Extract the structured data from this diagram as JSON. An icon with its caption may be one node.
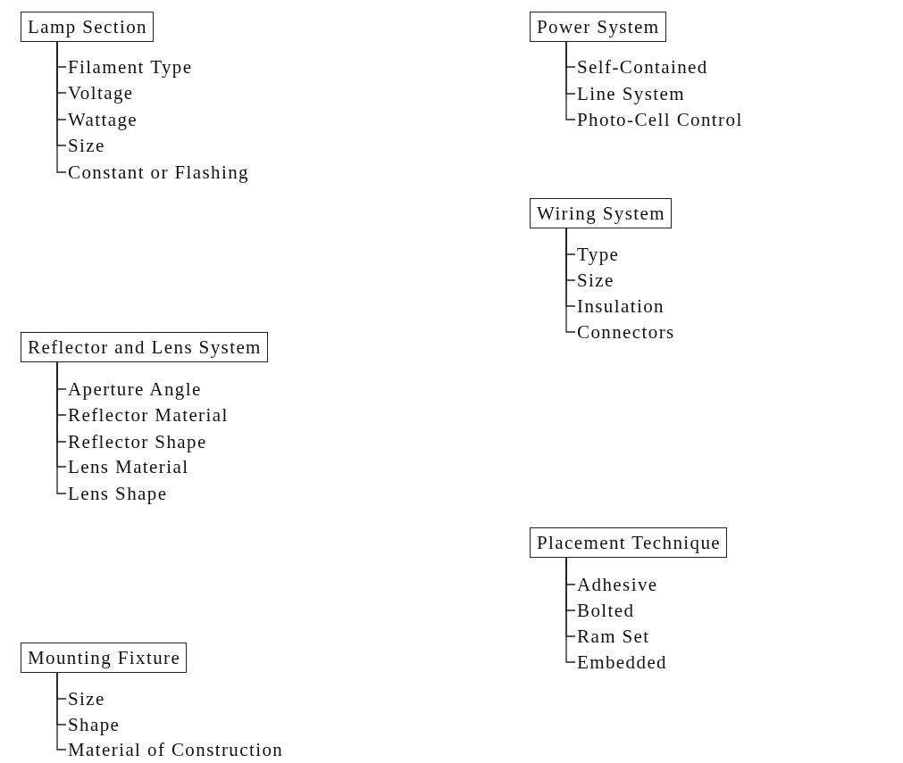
{
  "diagram": {
    "nodes": [
      {
        "text": [
          "Lamp Section"
        ]
      },
      {
        "text": [
          "Filament Type"
        ]
      },
      {
        "text": [
          "Voltage"
        ]
      },
      {
        "text": [
          "Wattage"
        ]
      },
      {
        "text": [
          "Size"
        ]
      },
      {
        "text": [
          "Constant or Flashing"
        ]
      },
      {
        "text": [
          "Power System"
        ]
      },
      {
        "text": [
          "Self-Contained"
        ]
      },
      {
        "text": [
          "Line System"
        ]
      },
      {
        "text": [
          "Photo-Cell Control"
        ]
      },
      {
        "text": [
          "Reflector and Lens System"
        ]
      },
      {
        "text": [
          "Aperture Angle"
        ]
      },
      {
        "text": [
          "Reflector Material"
        ]
      },
      {
        "text": [
          "Reflector Shape"
        ]
      },
      {
        "text": [
          "Lens Material"
        ]
      },
      {
        "text": [
          "Lens Shape"
        ]
      },
      {
        "text": [
          "Wiring System"
        ]
      },
      {
        "text": [
          "Type"
        ]
      },
      {
        "text": [
          "Size"
        ]
      },
      {
        "text": [
          "Insulation"
        ]
      },
      {
        "text": [
          "Connectors"
        ]
      },
      {
        "text": [
          "Mounting Fixture"
        ]
      },
      {
        "text": [
          "Size"
        ]
      },
      {
        "text": [
          "Shape"
        ]
      },
      {
        "text": [
          "Material of Construction"
        ]
      },
      {
        "text": [
          "Placement Technique"
        ]
      },
      {
        "text": [
          "Adhesive"
        ]
      },
      {
        "text": [
          "Bolted"
        ]
      },
      {
        "text": [
          "Ram Set"
        ]
      },
      {
        "text": [
          "Embedded"
        ]
      }
    ],
    "edges": [
      {
        "from": 0,
        "to": 1,
        "arrow": "none"
      },
      {
        "from": 0,
        "to": 2,
        "arrow": "none"
      },
      {
        "from": 0,
        "to": 3,
        "arrow": "none"
      },
      {
        "from": 0,
        "to": 4,
        "arrow": "none"
      },
      {
        "from": 0,
        "to": 5,
        "arrow": "none"
      },
      {
        "from": 6,
        "to": 7,
        "arrow": "none"
      },
      {
        "from": 6,
        "to": 8,
        "arrow": "none"
      },
      {
        "from": 6,
        "to": 9,
        "arrow": "none"
      },
      {
        "from": 10,
        "to": 11,
        "arrow": "none"
      },
      {
        "from": 10,
        "to": 12,
        "arrow": "none"
      },
      {
        "from": 10,
        "to": 13,
        "arrow": "none"
      },
      {
        "from": 10,
        "to": 14,
        "arrow": "none"
      },
      {
        "from": 10,
        "to": 15,
        "arrow": "none"
      },
      {
        "from": 16,
        "to": 17,
        "arrow": "none"
      },
      {
        "from": 16,
        "to": 18,
        "arrow": "none"
      },
      {
        "from": 16,
        "to": 19,
        "arrow": "none"
      },
      {
        "from": 16,
        "to": 20,
        "arrow": "none"
      },
      {
        "from": 21,
        "to": 22,
        "arrow": "none"
      },
      {
        "from": 21,
        "to": 23,
        "arrow": "none"
      },
      {
        "from": 21,
        "to": 24,
        "arrow": "none"
      },
      {
        "from": 25,
        "to": 26,
        "arrow": "none"
      },
      {
        "from": 25,
        "to": 27,
        "arrow": "none"
      },
      {
        "from": 25,
        "to": 28,
        "arrow": "none"
      },
      {
        "from": 25,
        "to": 29,
        "arrow": "none"
      }
    ]
  }
}
